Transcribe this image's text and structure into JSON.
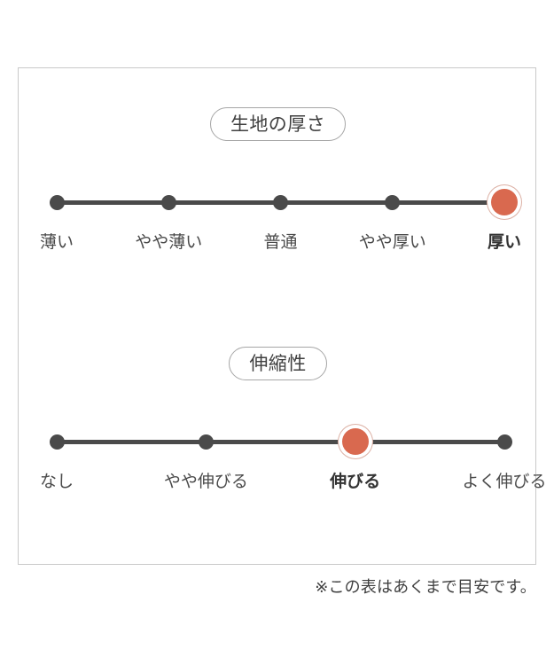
{
  "footnote": "※この表はあくまで目安です。",
  "colors": {
    "active_marker": "#d9694f",
    "active_ring": "#dcb0a4",
    "dot": "#4a4a4a",
    "track": "#4a4a4a",
    "card_border": "#c9c9c9",
    "pill_border": "#a6a6a6",
    "text": "#4a4a4a",
    "background": "#ffffff"
  },
  "scales": [
    {
      "title": "生地の厚さ",
      "active_index": 4,
      "labels": [
        "薄い",
        "やや薄い",
        "普通",
        "やや厚い",
        "厚い"
      ]
    },
    {
      "title": "伸縮性",
      "active_index": 2,
      "labels": [
        "なし",
        "やや伸びる",
        "伸びる",
        "よく伸びる"
      ]
    }
  ],
  "chart_data": {
    "type": "scatter",
    "title": "",
    "charts": [
      {
        "type": "scatter",
        "title": "生地の厚さ",
        "categories": [
          "薄い",
          "やや薄い",
          "普通",
          "やや厚い",
          "厚い"
        ],
        "values": [
          1,
          2,
          3,
          4,
          5
        ],
        "selected": "厚い",
        "selected_index": 4,
        "xlabel": "",
        "ylabel": "",
        "grid": false,
        "legend": "none"
      },
      {
        "type": "scatter",
        "title": "伸縮性",
        "categories": [
          "なし",
          "やや伸びる",
          "伸びる",
          "よく伸びる"
        ],
        "values": [
          1,
          2,
          3,
          4
        ],
        "selected": "伸びる",
        "selected_index": 2,
        "xlabel": "",
        "ylabel": "",
        "grid": false,
        "legend": "none"
      }
    ],
    "annotations": [
      "※この表はあくまで目安です。"
    ]
  }
}
